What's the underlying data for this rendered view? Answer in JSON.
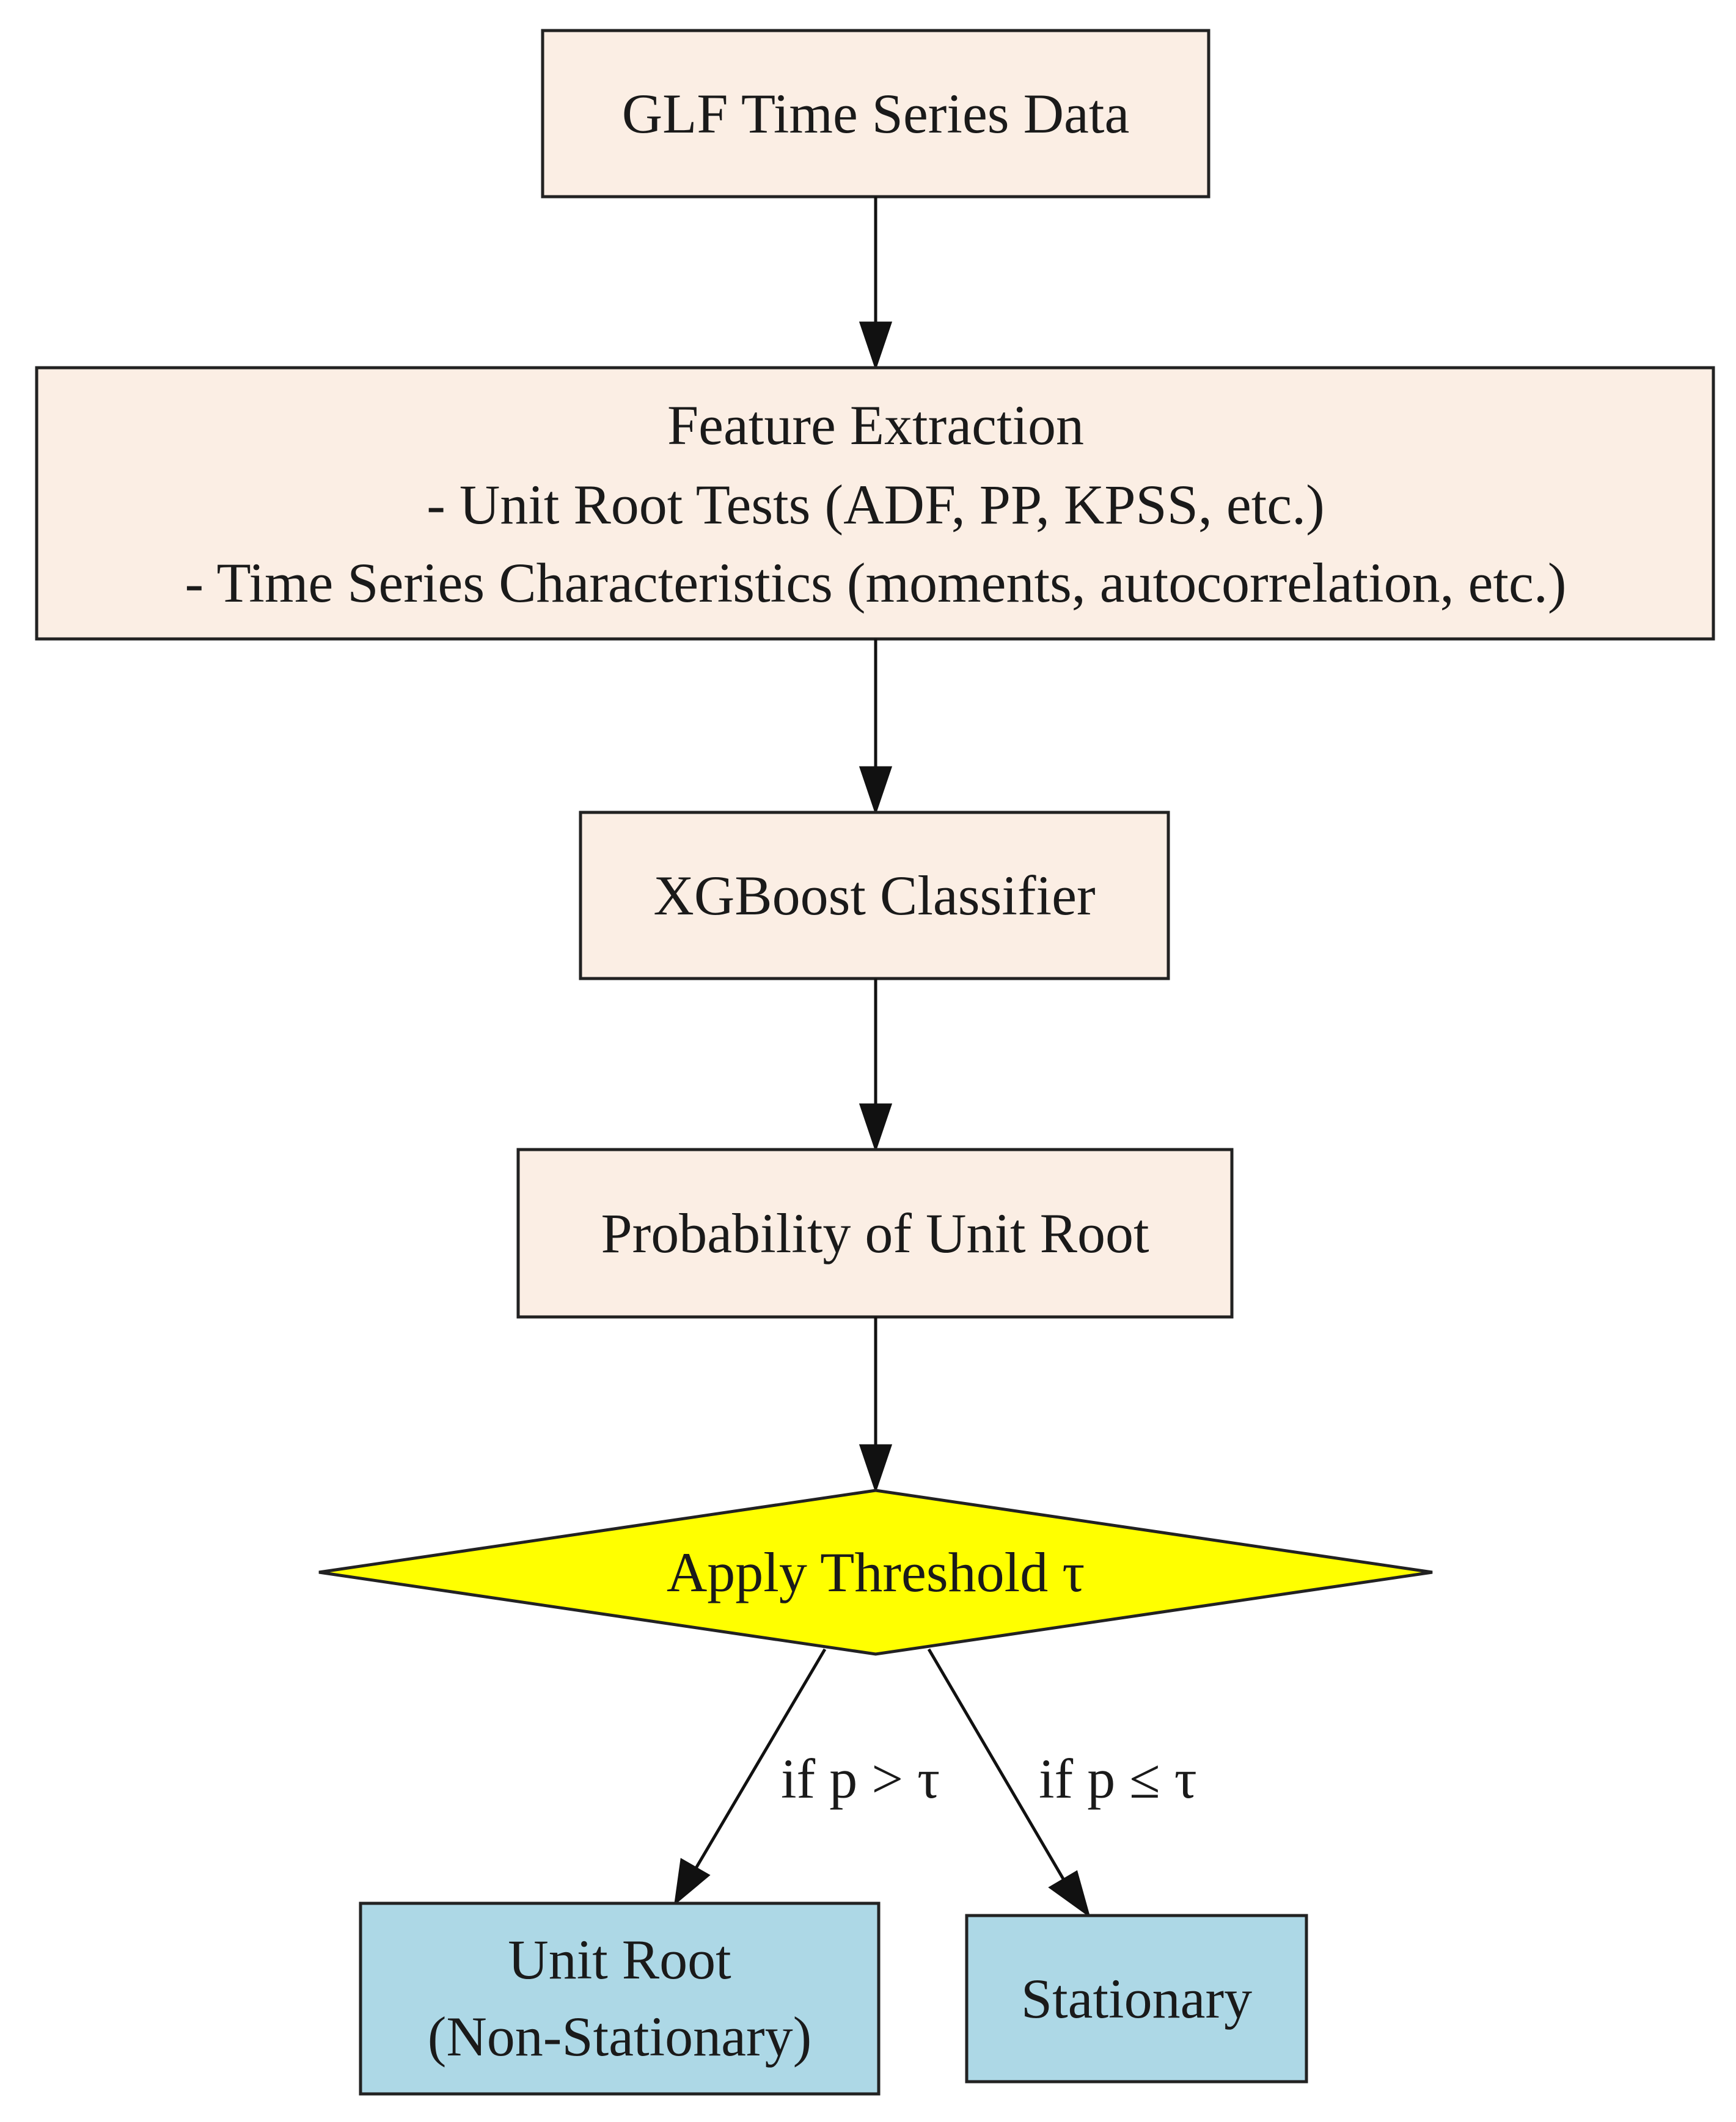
{
  "nodes": {
    "data": {
      "label": "GLF Time Series Data"
    },
    "features": {
      "lines": [
        "Feature Extraction",
        "- Unit Root Tests (ADF, PP, KPSS, etc.)",
        "- Time Series Characteristics (moments, autocorrelation, etc.)"
      ]
    },
    "classifier": {
      "label": "XGBoost Classifier"
    },
    "probability": {
      "label": "Probability of Unit Root"
    },
    "threshold": {
      "label": "Apply Threshold τ"
    },
    "unit_root": {
      "lines": [
        "Unit Root",
        "(Non-Stationary)"
      ]
    },
    "stationary": {
      "label": "Stationary"
    }
  },
  "edges": {
    "to_unit_root": {
      "label": "if p > τ"
    },
    "to_stationary": {
      "label": "if p ≤ τ"
    }
  },
  "colors": {
    "process_fill": "#fbeee4",
    "decision_fill": "#ffff00",
    "outcome_fill": "#add8e6",
    "stroke": "#222222"
  }
}
